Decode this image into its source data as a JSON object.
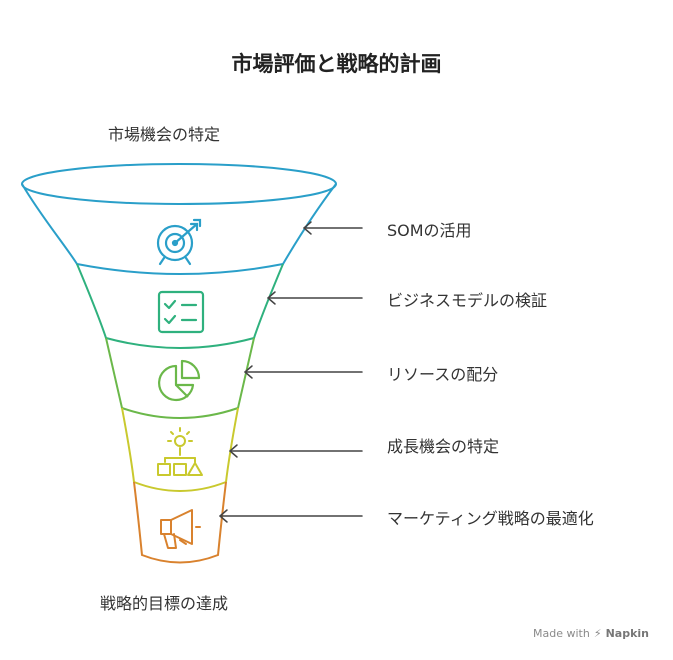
{
  "title": "市場評価と戦略的計画",
  "top_label": "市場機会の特定",
  "bottom_label": "戦略的目標の達成",
  "steps": [
    {
      "label": "SOMの活用",
      "icon": "target-icon",
      "color": "#2a9fc9"
    },
    {
      "label": "ビジネスモデルの検証",
      "icon": "checklist-icon",
      "color": "#2fb17e"
    },
    {
      "label": "リソースの配分",
      "icon": "pie-chart-icon",
      "color": "#6bb84a"
    },
    {
      "label": "成長機会の特定",
      "icon": "idea-flowchart-icon",
      "color": "#c9c92e"
    },
    {
      "label": "マーケティング戦略の最適化",
      "icon": "megaphone-icon",
      "color": "#d9822e"
    }
  ],
  "watermark": {
    "made_with": "Made with",
    "brand": "Napkin"
  }
}
